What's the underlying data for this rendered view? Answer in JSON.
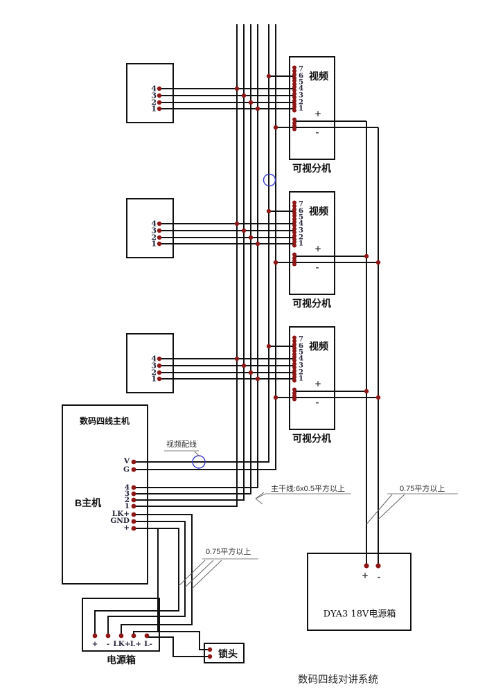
{
  "page": {
    "title": "数码四线对讲系统"
  },
  "station": {
    "video": "视频",
    "name": "可视分机",
    "pins": [
      "7",
      "6",
      "5",
      "4",
      "3",
      "2",
      "1"
    ],
    "plus": "+",
    "minus": "-"
  },
  "indoor": {
    "pins": [
      "4",
      "3",
      "2",
      "1"
    ]
  },
  "host": {
    "top": "数码四线主机",
    "side": "B主机",
    "pins": [
      "V",
      "G",
      "4",
      "3",
      "2",
      "1",
      "LK+",
      "GND",
      "+"
    ]
  },
  "power": {
    "name": "电源箱",
    "pins": [
      "+",
      "-",
      "LK+",
      "L+",
      "L-"
    ]
  },
  "lock": {
    "name": "锁头"
  },
  "psu": {
    "name": "DYA3  18V电源箱",
    "plus": "+",
    "minus": "-"
  },
  "notes": {
    "video_line": "视频配线",
    "trunk": "主干线:6x0.5平方以上",
    "wire075": "0.75平方以上"
  },
  "colors": {
    "wire": "#111111",
    "terminal_dot": "#8e1616",
    "marker_circle": "#3a3ad0"
  }
}
